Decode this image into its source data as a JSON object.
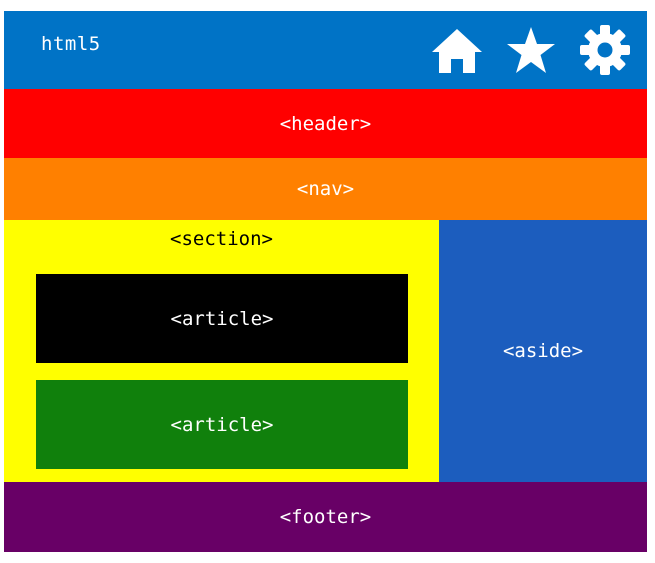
{
  "topbar": {
    "brand": "html5",
    "icons": [
      "home-icon",
      "star-icon",
      "gear-icon"
    ]
  },
  "labels": {
    "header": "<header>",
    "nav": "<nav>",
    "section": "<section>",
    "article_1": "<article>",
    "article_2": "<article>",
    "aside": "<aside>",
    "footer": "<footer>"
  },
  "colors": {
    "topbar": "#0073c6",
    "header": "#ff0000",
    "nav": "#ff8000",
    "section": "#ffff00",
    "article_1": "#000000",
    "article_2": "#10800c",
    "aside": "#1c5dbe",
    "footer": "#680066"
  }
}
